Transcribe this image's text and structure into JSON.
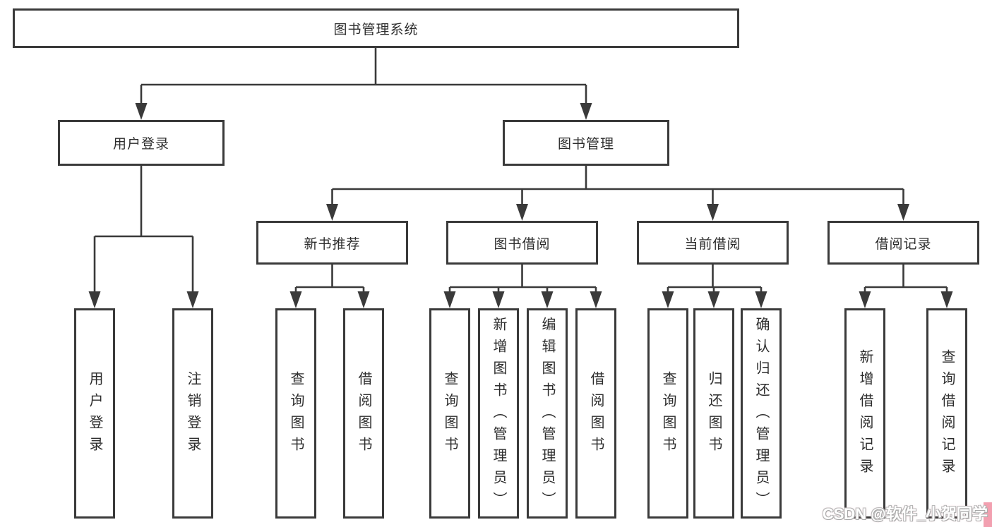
{
  "diagram_title": "图书管理系统",
  "tree": {
    "root": {
      "label": "图书管理系统",
      "children": [
        {
          "label": "用户登录",
          "children": [
            {
              "label": "用户登录"
            },
            {
              "label": "注销登录"
            }
          ]
        },
        {
          "label": "图书管理",
          "children": [
            {
              "label": "新书推荐",
              "children": [
                {
                  "label": "查询图书"
                },
                {
                  "label": "借阅图书"
                }
              ]
            },
            {
              "label": "图书借阅",
              "children": [
                {
                  "label": "查询图书"
                },
                {
                  "label": "新增图书（管理员）"
                },
                {
                  "label": "编辑图书（管理员）"
                },
                {
                  "label": "借阅图书"
                }
              ]
            },
            {
              "label": "当前借阅",
              "children": [
                {
                  "label": "查询图书"
                },
                {
                  "label": "归还图书"
                },
                {
                  "label": "确认归还（管理员）"
                }
              ]
            },
            {
              "label": "借阅记录",
              "children": [
                {
                  "label": "新增借阅记录"
                },
                {
                  "label": "查询借阅记录"
                }
              ]
            }
          ]
        }
      ]
    }
  },
  "watermark": {
    "text": "CSDN @软件_小贺同学",
    "text_color": "#ffffff",
    "outline_color": "#a6a6a6",
    "accent_pink": "#f2a0b0"
  },
  "colors": {
    "line": "#3a3a3a",
    "box_border": "#3a3a3a",
    "box_bg": "#ffffff",
    "text": "#2d2d2d",
    "background": "#ffffff"
  }
}
